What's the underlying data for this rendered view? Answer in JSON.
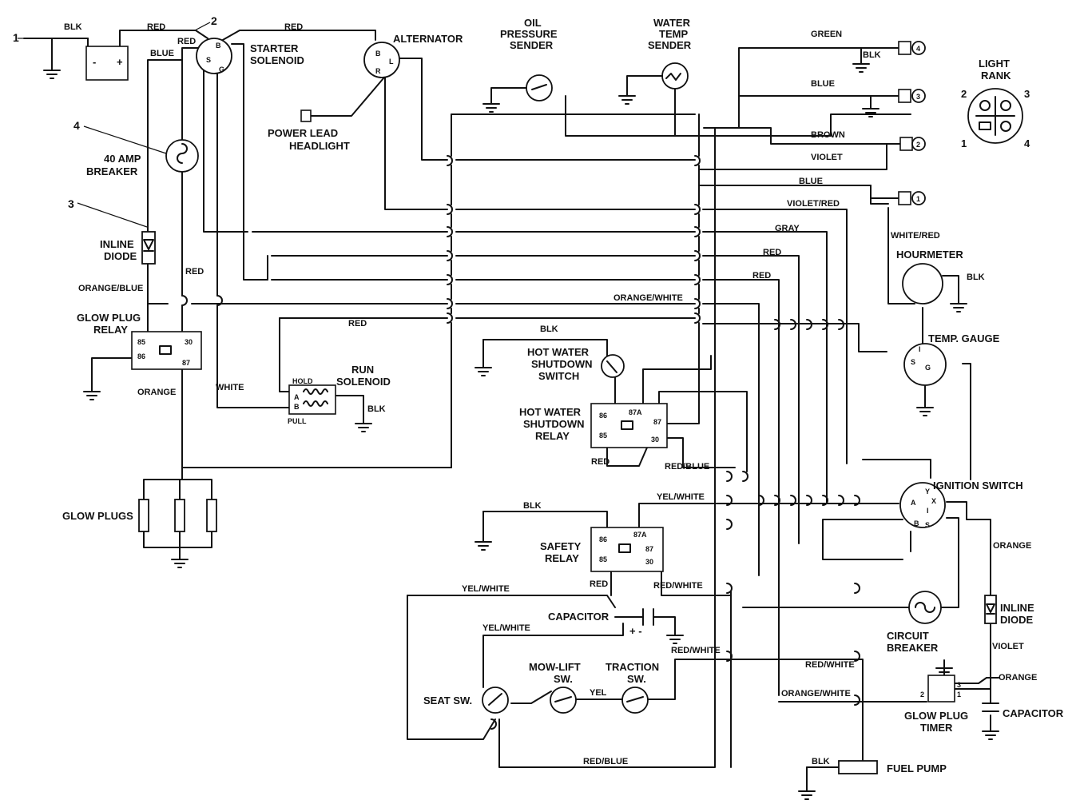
{
  "callouts": {
    "c1": "1",
    "c2": "2",
    "c3": "3",
    "c4": "4"
  },
  "components": {
    "starter_solenoid": [
      "STARTER",
      "SOLENOID"
    ],
    "alternator": "ALTERNATOR",
    "oil_pressure_sender": [
      "OIL",
      "PRESSURE",
      "SENDER"
    ],
    "water_temp_sender": [
      "WATER",
      "TEMP",
      "SENDER"
    ],
    "light_rank": [
      "LIGHT",
      "RANK"
    ],
    "breaker_40": [
      "40 AMP",
      "BREAKER"
    ],
    "inline_diode": [
      "INLINE",
      "DIODE"
    ],
    "power_lead": [
      "POWER LEAD",
      "HEADLIGHT"
    ],
    "hourmeter": "HOURMETER",
    "glow_plug_relay": [
      "GLOW PLUG",
      "RELAY"
    ],
    "temp_gauge": "TEMP. GAUGE",
    "run_solenoid": [
      "RUN",
      "SOLENOID"
    ],
    "hot_water_switch": [
      "HOT WATER",
      "SHUTDOWN",
      "SWITCH"
    ],
    "hot_water_relay": [
      "HOT WATER",
      "SHUTDOWN",
      "RELAY"
    ],
    "ignition_switch": "IGNITION SWITCH",
    "glow_plugs": "GLOW PLUGS",
    "safety_relay": [
      "SAFETY",
      "RELAY"
    ],
    "capacitor": "CAPACITOR",
    "circuit_breaker": [
      "CIRCUIT",
      "BREAKER"
    ],
    "inline_diode_2": [
      "INLINE",
      "DIODE"
    ],
    "seat_sw": "SEAT SW.",
    "mow_lift_sw": [
      "MOW-LIFT",
      "SW."
    ],
    "traction_sw": [
      "TRACTION",
      "SW."
    ],
    "glow_plug_timer": [
      "GLOW PLUG",
      "TIMER"
    ],
    "capacitor_2": "CAPACITOR",
    "fuel_pump": "FUEL PUMP"
  },
  "wires": {
    "blk_batt": "BLK",
    "red_top1": "RED",
    "red_top2": "RED",
    "red_top3": "RED",
    "blue_left": "BLUE",
    "green": "GREEN",
    "blk_c4": "BLK",
    "blue_c3": "BLUE",
    "brown": "BROWN",
    "violet": "VIOLET",
    "blue_mid": "BLUE",
    "violet_red": "VIOLET/RED",
    "gray": "GRAY",
    "white_red": "WHITE/RED",
    "red_a": "RED",
    "red_b": "RED",
    "blk_hour": "BLK",
    "orange_blue": "ORANGE/BLUE",
    "red_gp": "RED",
    "orange_white": "ORANGE/WHITE",
    "red_run": "RED",
    "blk_hws": "BLK",
    "orange": "ORANGE",
    "white": "WHITE",
    "blk_run": "BLK",
    "red_hwr": "RED",
    "red_blue": "RED/BLUE",
    "yel_white_a": "YEL/WHITE",
    "blk_safety": "BLK",
    "orange_ign": "ORANGE",
    "yel_white_b": "YEL/WHITE",
    "red_safety": "RED",
    "red_white_a": "RED/WHITE",
    "yel_white_c": "YEL/WHITE",
    "red_white_b": "RED/WHITE",
    "red_white_c": "RED/WHITE",
    "violet_diode": "VIOLET",
    "orange_timer": "ORANGE",
    "yel": "YEL",
    "orange_white_b": "ORANGE/WHITE",
    "red_blue_b": "RED/BLUE",
    "blk_fuel": "BLK"
  },
  "pins": {
    "batt_minus": "-",
    "batt_plus": "+",
    "sol_b": "B",
    "sol_s": "S",
    "sol_g": "G",
    "alt_b": "B",
    "alt_l": "L",
    "alt_r": "R",
    "r85": "85",
    "r86": "86",
    "r87": "87",
    "r87a": "87A",
    "r30": "30",
    "hold": "HOLD",
    "pull": "PULL",
    "run_a": "A",
    "run_b": "B",
    "ig_a": "A",
    "ig_b": "B",
    "ig_x": "X",
    "ig_y": "Y",
    "ig_i": "I",
    "ig_s": "S",
    "tg_i": "I",
    "tg_s": "S",
    "tg_g": "G",
    "plug1": "1",
    "plug2": "2",
    "plug3": "3",
    "plug4": "4",
    "lr1": "1",
    "lr2": "2",
    "lr3": "3",
    "lr4": "4",
    "t1": "1",
    "t2": "2",
    "t3": "3",
    "cap_pm": "+ -"
  }
}
